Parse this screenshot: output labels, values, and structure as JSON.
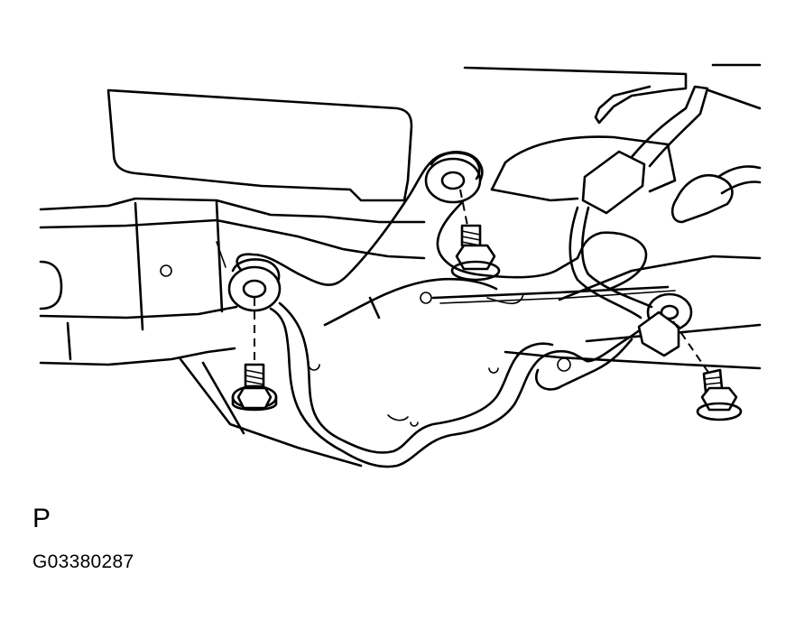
{
  "figure": {
    "view_label": "P",
    "figure_code": "G03380287"
  },
  "parts": {
    "bolt_count": 3
  }
}
